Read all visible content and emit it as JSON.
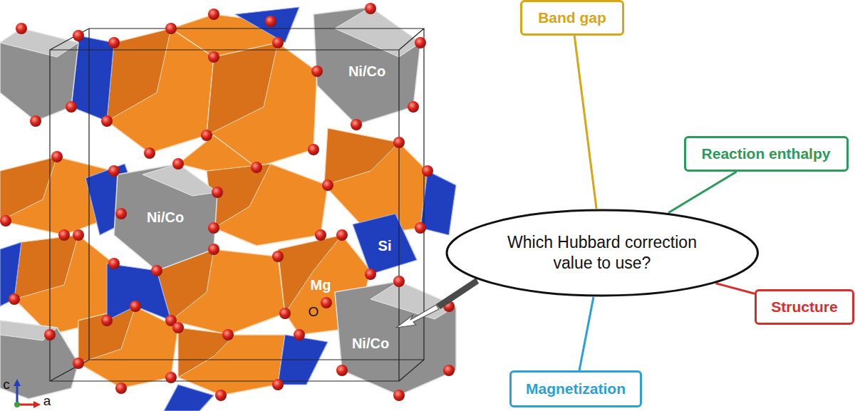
{
  "diagram": {
    "nodes": [
      {
        "text": [
          "Band gap"
        ]
      },
      {
        "text": [
          "Reaction enthalpy"
        ]
      },
      {
        "text": [
          "Which Hubbard correction value to use?"
        ]
      },
      {
        "text": [
          "Structure"
        ]
      },
      {
        "text": [
          "Magnetization"
        ]
      }
    ],
    "edges": [
      {
        "from": 2,
        "to": 0,
        "arrow": "none"
      },
      {
        "from": 2,
        "to": 1,
        "arrow": "none"
      },
      {
        "from": 2,
        "to": 3,
        "arrow": "none"
      },
      {
        "from": 2,
        "to": 4,
        "arrow": "none"
      }
    ],
    "labels": [
      "Ni/Co",
      "Ni/Co",
      "Si",
      "Mg",
      "O",
      "Ni/Co",
      "c",
      "a"
    ]
  }
}
